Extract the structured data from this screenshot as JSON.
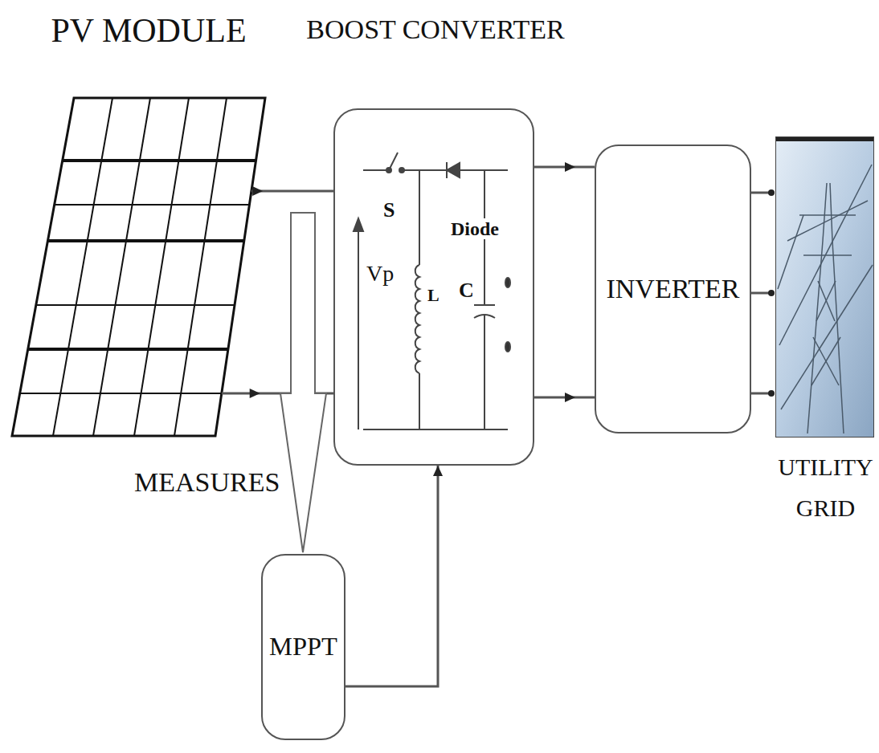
{
  "diagram": {
    "nodes": [
      {
        "text": [
          "PV MODULE"
        ]
      },
      {
        "text": [
          "BOOST CONVERTER"
        ]
      },
      {
        "text": [
          "INVERTER"
        ]
      },
      {
        "text": [
          "UTILITY GRID"
        ]
      },
      {
        "text": [
          "MPPT"
        ]
      }
    ],
    "edges": [
      {
        "from": 0,
        "to": 1,
        "arrow": "to"
      },
      {
        "from": 0,
        "to": 1,
        "arrow": "to"
      },
      {
        "from": 1,
        "to": 2,
        "arrow": "to"
      },
      {
        "from": 1,
        "to": 2,
        "arrow": "to"
      },
      {
        "from": 2,
        "to": 3,
        "arrow": "none"
      },
      {
        "from": 2,
        "to": 3,
        "arrow": "none"
      },
      {
        "from": 2,
        "to": 3,
        "arrow": "none"
      },
      {
        "from": 4,
        "to": 1,
        "arrow": "to"
      }
    ],
    "labels": [
      "S",
      "Diode",
      "Vp",
      "L",
      "C",
      "MEASURES"
    ]
  }
}
